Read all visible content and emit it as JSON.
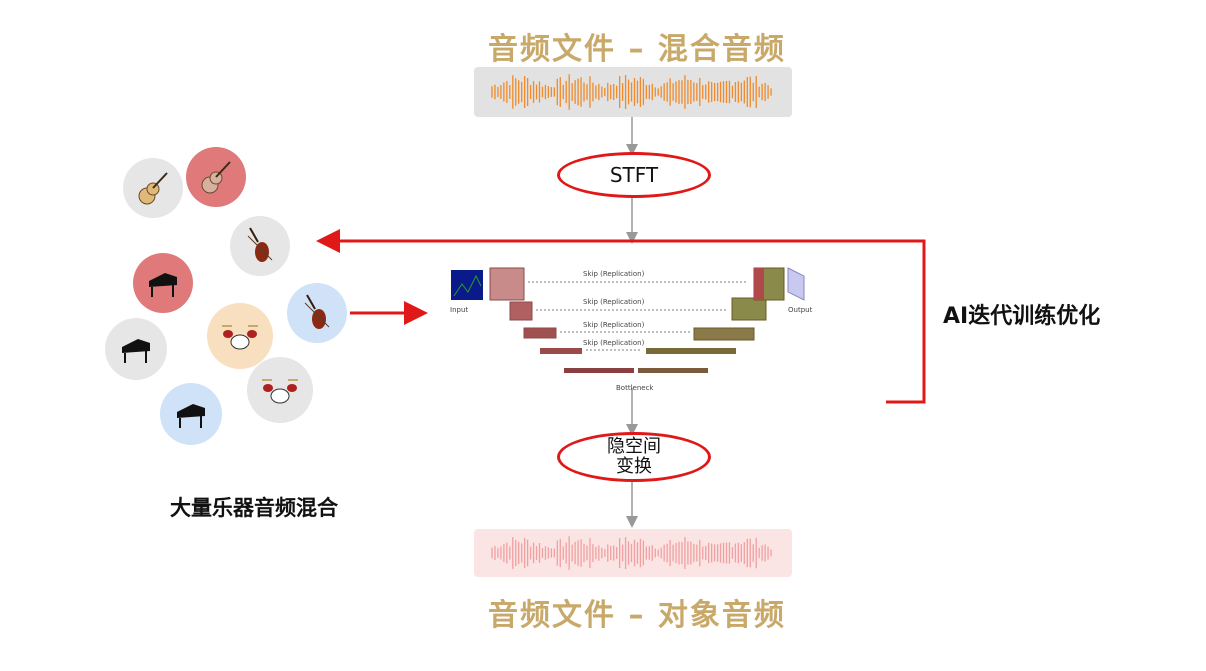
{
  "top_title": "音频文件 – 混合音频",
  "bottom_title": "音频文件 – 对象音频",
  "stft_label": "STFT",
  "latent_label_line1": "隐空间",
  "latent_label_line2": "变换",
  "ai_label": "AI迭代训练优化",
  "mix_label": "大量乐器音频混合",
  "unet": {
    "input": "Input",
    "output": "Output",
    "skip1": "Skip (Replication)",
    "skip2": "Skip (Replication)",
    "skip3": "Skip (Replication)",
    "skip4": "Skip (Replication)",
    "bottleneck": "Bottleneck"
  },
  "instruments": [
    {
      "icon": "acoustic-guitar-icon",
      "bg": "#e6e6e6"
    },
    {
      "icon": "acoustic-guitar-icon",
      "bg": "#e07a7a"
    },
    {
      "icon": "violin-icon",
      "bg": "#e6e6e6"
    },
    {
      "icon": "grand-piano-icon",
      "bg": "#e07a7a"
    },
    {
      "icon": "violin-icon",
      "bg": "#cfe2f8"
    },
    {
      "icon": "drum-kit-icon",
      "bg": "#f8dfbf"
    },
    {
      "icon": "grand-piano-icon",
      "bg": "#e6e6e6"
    },
    {
      "icon": "drum-kit-icon",
      "bg": "#e6e6e6"
    },
    {
      "icon": "grand-piano-icon",
      "bg": "#cfe2f8"
    }
  ],
  "colors": {
    "title_gold": "#c9a96a",
    "accent_red": "#e01818",
    "wave_orange": "#f08a2a",
    "wave_pink": "#f0a0a0",
    "top_wave_bg": "#e2e2e2",
    "bottom_wave_bg": "#fbe4e4"
  }
}
